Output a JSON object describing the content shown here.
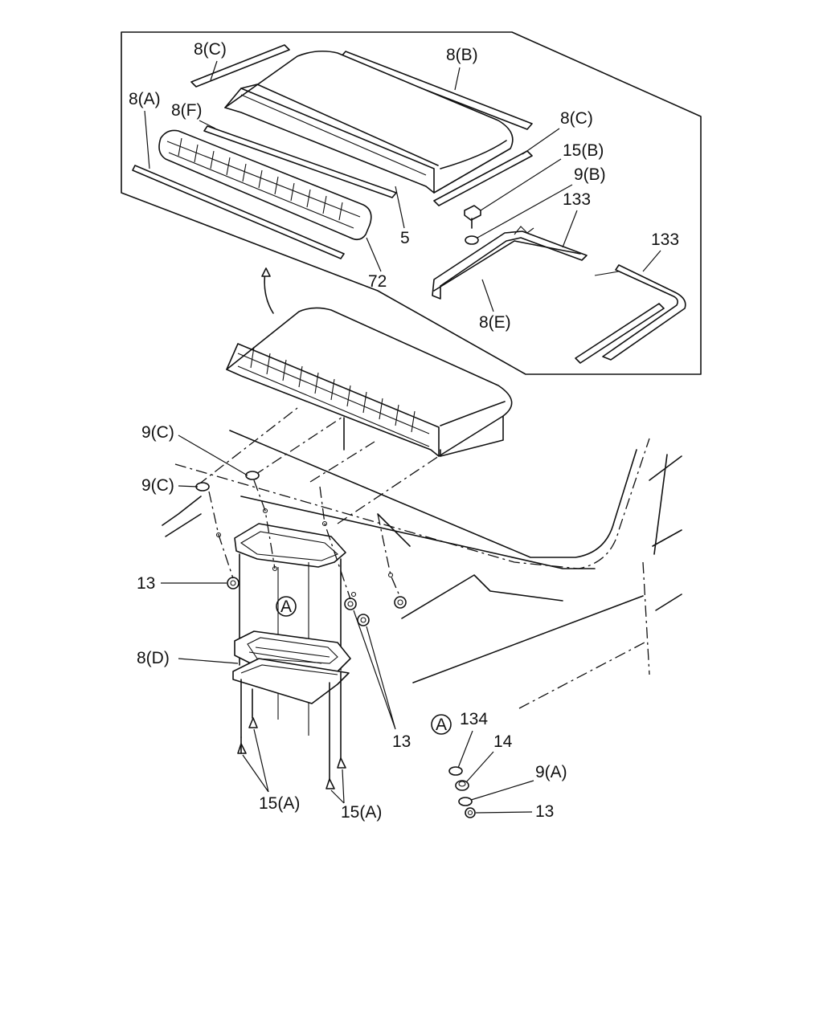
{
  "labels": {
    "l8c_top": "8(C)",
    "l8b": "8(B)",
    "l8a": "8(A)",
    "l8f": "8(F)",
    "l8c_right": "8(C)",
    "l15b": "15(B)",
    "l9b": "9(B)",
    "l133a": "133",
    "l133b": "133",
    "l5": "5",
    "l72": "72",
    "l8e": "8(E)",
    "l9c_a": "9(C)",
    "l9c_b": "9(C)",
    "l13_left": "13",
    "l8d": "8(D)",
    "l13_mid": "13",
    "l15a_left": "15(A)",
    "l15a_right": "15(A)",
    "ref_a_center": "A",
    "ref_a_detail": "A",
    "l134": "134",
    "l14": "14",
    "l9a": "9(A)",
    "l13_detail": "13"
  }
}
